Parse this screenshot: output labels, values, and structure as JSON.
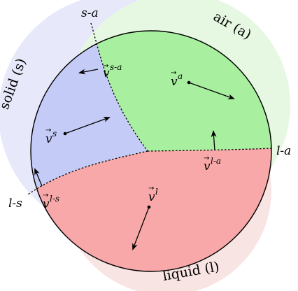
{
  "phases": {
    "solid": {
      "label": "solid (s)",
      "color": "#c4cbf6",
      "halo": "#e7e9fb"
    },
    "air": {
      "label": "air (a)",
      "color": "#a8f0a0",
      "halo": "#e6f7e2"
    },
    "liquid": {
      "label": "liquid (l)",
      "color": "#f8a8a8",
      "halo": "#f9e4e4"
    }
  },
  "junctions": {
    "s_a": "s-a",
    "l_a": "l-a",
    "l_s": "l-s"
  },
  "vectors": {
    "air": {
      "symbol": "v",
      "sup": "a"
    },
    "solid": {
      "symbol": "v",
      "sup": "s"
    },
    "liquid": {
      "symbol": "v",
      "sup": "l"
    },
    "s_a": {
      "symbol": "v",
      "sup": "s-a"
    },
    "l_a": {
      "symbol": "v",
      "sup": "l-a"
    },
    "l_s": {
      "symbol": "v",
      "sup": "l-s"
    }
  },
  "vector_glyph": "→"
}
